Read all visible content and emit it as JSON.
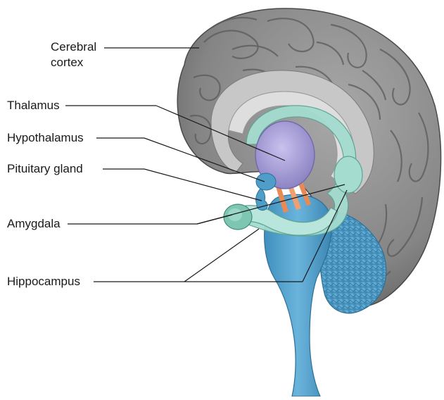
{
  "labels": {
    "cerebral_cortex_line1": "Cerebral",
    "cerebral_cortex_line2": "cortex",
    "thalamus": "Thalamus",
    "hypothalamus": "Hypothalamus",
    "pituitary_gland": "Pituitary gland",
    "amygdala": "Amygdala",
    "hippocampus": "Hippocampus"
  },
  "colors": {
    "cortex": "#8a8a8a",
    "cortex_dark": "#5e5e5e",
    "cortex_light": "#b9b9b9",
    "thalamus": "#a99fd6",
    "limbic": "#9fd4c8",
    "brainstem": "#4f9ec9",
    "cerebellum": "#5aa6cf",
    "fornix_accent": "#e98a55"
  }
}
